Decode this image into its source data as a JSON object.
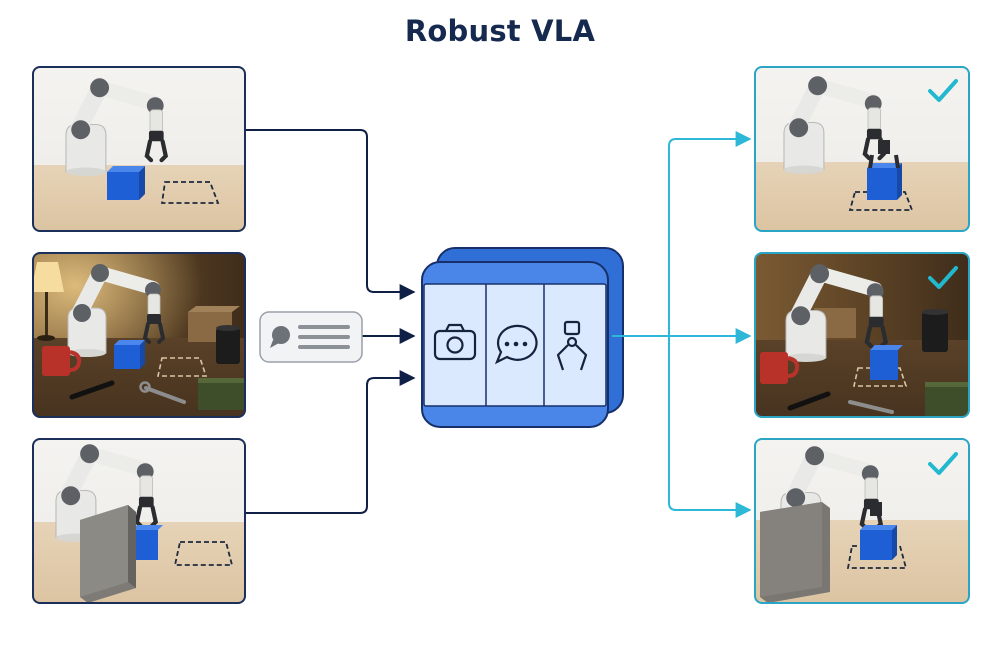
{
  "title": "Robust VLA",
  "colors": {
    "title": "#16294f",
    "input_arrows": "#0f1f45",
    "output_arrows": "#2db8d8",
    "panel_border_dark": "#1c2f5a",
    "panel_border_cyan": "#2aa6c4",
    "module_fill": "#dbe9ff",
    "module_front": "#4a86e8",
    "checkmark": "#22b8cf",
    "cube": "#1f5fd6"
  },
  "inputs": [
    {
      "scene": "clean-table",
      "lighting": "bright"
    },
    {
      "scene": "cluttered-table",
      "lighting": "dim-lamp"
    },
    {
      "scene": "occluder-block",
      "lighting": "bright"
    }
  ],
  "instruction": {
    "icon": "speech-bubble-icon"
  },
  "vla_module": {
    "slots": [
      {
        "icon": "camera-icon"
      },
      {
        "icon": "chat-dots-icon"
      },
      {
        "icon": "gripper-icon"
      }
    ]
  },
  "outputs": [
    {
      "scene": "clean-table-success",
      "status": "success",
      "icon": "checkmark-icon"
    },
    {
      "scene": "cluttered-table-success",
      "status": "success",
      "icon": "checkmark-icon"
    },
    {
      "scene": "occluder-block-success",
      "status": "success",
      "icon": "checkmark-icon"
    }
  ]
}
